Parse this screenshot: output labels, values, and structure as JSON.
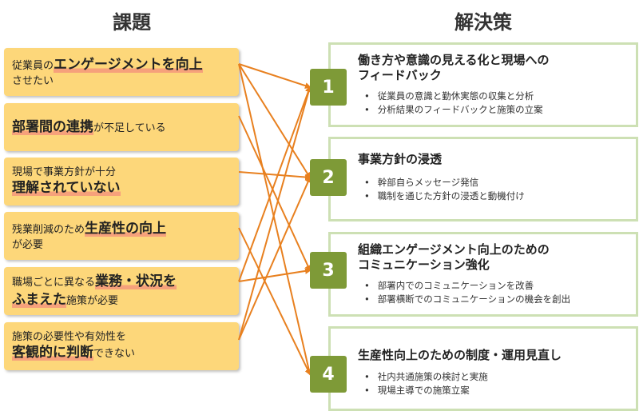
{
  "headings": {
    "issues": "課題",
    "solutions": "解決策"
  },
  "issues": [
    {
      "lines": [
        [
          {
            "t": "従業員の"
          },
          {
            "t": "エンゲージメントを向上",
            "em": true
          }
        ],
        [
          {
            "t": "させたい"
          }
        ]
      ]
    },
    {
      "lines": [
        [
          {
            "t": "部署間の連携",
            "em": true
          },
          {
            "t": "が不足している"
          }
        ]
      ]
    },
    {
      "lines": [
        [
          {
            "t": "現場で事業方針が十分"
          }
        ],
        [
          {
            "t": "理解されていない",
            "em": true
          }
        ]
      ]
    },
    {
      "lines": [
        [
          {
            "t": "残業削減のため"
          },
          {
            "t": "生産性の向上",
            "em": true
          }
        ],
        [
          {
            "t": "が必要"
          }
        ]
      ]
    },
    {
      "lines": [
        [
          {
            "t": "職場ごとに異なる"
          },
          {
            "t": "業務・状況を",
            "em": true
          }
        ],
        [
          {
            "t": "ふまえた",
            "em": true
          },
          {
            "t": "施策が必要"
          }
        ]
      ]
    },
    {
      "lines": [
        [
          {
            "t": "施策の必要性や有効性を"
          }
        ],
        [
          {
            "t": "客観的に判断",
            "em": true
          },
          {
            "t": "できない"
          }
        ]
      ]
    }
  ],
  "solutions": [
    {
      "number": "1",
      "title_lines": [
        "働き方や意識の見える化と現場への",
        "フィードバック"
      ],
      "bullets": [
        "従業員の意識と勤休実態の収集と分析",
        "分析結果のフィードバックと施策の立案"
      ]
    },
    {
      "number": "2",
      "title_lines": [
        "事業方針の浸透"
      ],
      "bullets": [
        "幹部自らメッセージ発信",
        "職制を通じた方針の浸透と動機付け"
      ]
    },
    {
      "number": "3",
      "title_lines": [
        "組織エンゲージメント向上のための",
        "コミュニケーション強化"
      ],
      "bullets": [
        "部署内でのコミュニケーションを改善",
        "部署横断でのコミュニケーションの機会を創出"
      ]
    },
    {
      "number": "4",
      "title_lines": [
        "生産性向上のための制度・運用見直し"
      ],
      "bullets": [
        "社内共通施策の検討と実施",
        "現場主導での施策立案"
      ]
    }
  ],
  "connections": [
    {
      "issue": 1,
      "solution": 1
    },
    {
      "issue": 1,
      "solution": 2
    },
    {
      "issue": 1,
      "solution": 4
    },
    {
      "issue": 2,
      "solution": 3
    },
    {
      "issue": 3,
      "solution": 2
    },
    {
      "issue": 4,
      "solution": 4
    },
    {
      "issue": 5,
      "solution": 1
    },
    {
      "issue": 5,
      "solution": 3
    },
    {
      "issue": 6,
      "solution": 1
    },
    {
      "issue": 6,
      "solution": 2
    }
  ],
  "colors": {
    "issue_fill": "#fdd77a",
    "highlight": "#f6a17b",
    "badge": "#7e9a37",
    "solution_border": "#cde0b4",
    "arrow": "#e8801f"
  }
}
